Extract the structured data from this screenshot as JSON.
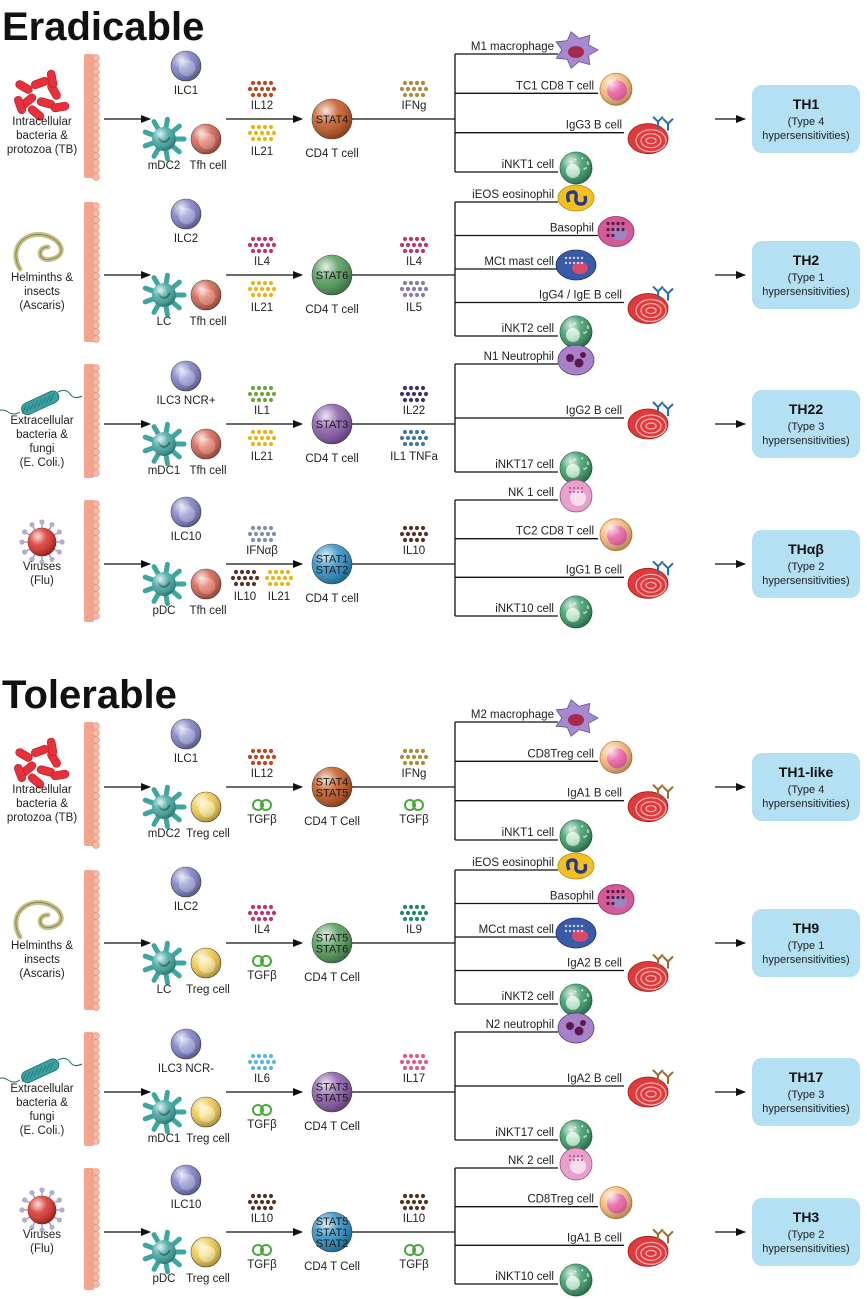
{
  "sections": [
    {
      "title": "Eradicable",
      "rows": [
        {
          "pathogen": [
            "Intracellular",
            "bacteria &",
            "protozoa (TB)"
          ],
          "pathogen_icon": "bacteria-cluster-icon",
          "top_cell": "ILC1",
          "dc_cell": "mDC2",
          "helper_cell": "Tfh cell",
          "helper_kind": "tfh",
          "cyto1": [
            "IL12"
          ],
          "cyto1_colors": [
            "#c0461c"
          ],
          "cyto2": [
            "IL21"
          ],
          "cyto2_colors": [
            "#e8b516"
          ],
          "cyto2_tgf": false,
          "stat_lines": [
            "STAT4"
          ],
          "stat_color": "#c2561e",
          "cd4_label": "CD4 T cell",
          "cyto3": [
            "IFNg"
          ],
          "cyto3_colors": [
            "#b08a3c"
          ],
          "cyto4": [],
          "cyto4_colors": [],
          "cyto4_tgf": false,
          "branches": [
            {
              "label": "M1 macrophage",
              "icon": "macrophage-icon"
            },
            {
              "label": "TC1 CD8 T cell",
              "icon": "t-cell-icon"
            },
            {
              "label": "IgG3 B cell",
              "icon": "b-cell-icon"
            },
            {
              "label": "iNKT1 cell",
              "icon": "nkt-cell-icon"
            }
          ],
          "th_title": "TH1",
          "th_sub": [
            "(Type 4",
            "hypersensitivities)"
          ]
        },
        {
          "pathogen": [
            "Helminths &",
            "insects",
            "(Ascaris)"
          ],
          "pathogen_icon": "worm-icon",
          "top_cell": "ILC2",
          "dc_cell": "LC",
          "helper_cell": "Tfh cell",
          "helper_kind": "tfh",
          "cyto1": [
            "IL4"
          ],
          "cyto1_colors": [
            "#c2336e"
          ],
          "cyto2": [
            "IL21"
          ],
          "cyto2_colors": [
            "#e8b516"
          ],
          "cyto2_tgf": false,
          "stat_lines": [
            "STAT6"
          ],
          "stat_color": "#4f9a58",
          "cd4_label": "CD4 T cell",
          "cyto3": [
            "IL4"
          ],
          "cyto3_colors": [
            "#c2336e"
          ],
          "cyto4": [
            "IL5"
          ],
          "cyto4_colors": [
            "#8a78b0"
          ],
          "cyto4_tgf": false,
          "branches": [
            {
              "label": "iEOS eosinophil",
              "icon": "eosinophil-icon"
            },
            {
              "label": "Basophil",
              "icon": "basophil-icon"
            },
            {
              "label": "MCt mast cell",
              "icon": "mast-cell-icon"
            },
            {
              "label": "IgG4 / IgE B cell",
              "icon": "b-cell-icon"
            },
            {
              "label": "iNKT2 cell",
              "icon": "nkt-cell-icon"
            }
          ],
          "th_title": "TH2",
          "th_sub": [
            "(Type 1",
            "hypersensitivities)"
          ]
        },
        {
          "pathogen": [
            "Extracellular",
            "bacteria &",
            "fungi",
            "(E. Coli.)"
          ],
          "pathogen_icon": "bacillus-icon",
          "top_cell": "ILC3 NCR+",
          "dc_cell": "mDC1",
          "helper_cell": "Tfh cell",
          "helper_kind": "tfh",
          "cyto1": [
            "IL1"
          ],
          "cyto1_colors": [
            "#6aa83a"
          ],
          "cyto2": [
            "IL21"
          ],
          "cyto2_colors": [
            "#e8b516"
          ],
          "cyto2_tgf": false,
          "stat_lines": [
            "STAT3"
          ],
          "stat_color": "#8a5aa8",
          "cd4_label": "CD4 T cell",
          "cyto3": [
            "IL22"
          ],
          "cyto3_colors": [
            "#3a3478"
          ],
          "cyto4": [
            "IL1 TNFa"
          ],
          "cyto4_colors": [
            "#3a7aa8"
          ],
          "cyto4_tgf": false,
          "branches": [
            {
              "label": "N1 Neutrophil",
              "icon": "neutrophil-icon"
            },
            {
              "label": "IgG2 B cell",
              "icon": "b-cell-icon"
            },
            {
              "label": "iNKT17 cell",
              "icon": "nkt-cell-icon"
            }
          ],
          "th_title": "TH22",
          "th_sub": [
            "(Type 3",
            "hypersensitivities)"
          ]
        },
        {
          "pathogen": [
            "Viruses",
            "(Flu)"
          ],
          "pathogen_icon": "virus-icon",
          "top_cell": "ILC10",
          "dc_cell": "pDC",
          "helper_cell": "Tfh cell",
          "helper_kind": "tfh",
          "cyto1": [
            "IFNαβ"
          ],
          "cyto1_colors": [
            "#7f8fb0"
          ],
          "cyto2": [
            "IL10",
            "IL21"
          ],
          "cyto2_colors": [
            "#5a3220",
            "#e8b516"
          ],
          "cyto2_tgf": false,
          "stat_lines": [
            "STAT1",
            "STAT2"
          ],
          "stat_color": "#2a8fc4",
          "cd4_label": "CD4 T cell",
          "cyto3": [
            "IL10"
          ],
          "cyto3_colors": [
            "#5a3220"
          ],
          "cyto4": [],
          "cyto4_colors": [],
          "cyto4_tgf": false,
          "branches": [
            {
              "label": "NK 1 cell",
              "icon": "nk-cell-icon"
            },
            {
              "label": "TC2 CD8 T cell",
              "icon": "t-cell-icon"
            },
            {
              "label": "IgG1 B cell",
              "icon": "b-cell-icon"
            },
            {
              "label": "iNKT10 cell",
              "icon": "nkt-cell-icon"
            }
          ],
          "th_title": "THαβ",
          "th_sub": [
            "(Type 2",
            "hypersensitivities)"
          ]
        }
      ]
    },
    {
      "title": "Tolerable",
      "rows": [
        {
          "pathogen": [
            "Intracellular",
            "bacteria &",
            "protozoa (TB)"
          ],
          "pathogen_icon": "bacteria-cluster-icon",
          "top_cell": "ILC1",
          "dc_cell": "mDC2",
          "helper_cell": "Treg cell",
          "helper_kind": "treg",
          "cyto1": [
            "IL12"
          ],
          "cyto1_colors": [
            "#c0461c"
          ],
          "cyto2": [
            "TGFβ"
          ],
          "cyto2_colors": [
            "#4aa83a"
          ],
          "cyto2_tgf": true,
          "stat_lines": [
            "STAT4",
            "STAT5"
          ],
          "stat_color": "#c2561e",
          "cd4_label": "CD4 T Cell",
          "cyto3": [
            "IFNg"
          ],
          "cyto3_colors": [
            "#b08a3c"
          ],
          "cyto4": [
            "TGFβ"
          ],
          "cyto4_colors": [
            "#4aa83a"
          ],
          "cyto4_tgf": true,
          "branches": [
            {
              "label": "M2 macrophage",
              "icon": "macrophage-icon"
            },
            {
              "label": "CD8Treg cell",
              "icon": "t-cell-icon"
            },
            {
              "label": "IgA1 B cell",
              "icon": "b-cell-icon"
            },
            {
              "label": "iNKT1 cell",
              "icon": "nkt-cell-icon"
            }
          ],
          "th_title": "TH1-like",
          "th_sub": [
            "(Type 4",
            "hypersensitivities)"
          ]
        },
        {
          "pathogen": [
            "Helminths &",
            "insects",
            "(Ascaris)"
          ],
          "pathogen_icon": "worm-icon",
          "top_cell": "ILC2",
          "dc_cell": "LC",
          "helper_cell": "Treg cell",
          "helper_kind": "treg",
          "cyto1": [
            "IL4"
          ],
          "cyto1_colors": [
            "#c2336e"
          ],
          "cyto2": [
            "TGFβ"
          ],
          "cyto2_colors": [
            "#4aa83a"
          ],
          "cyto2_tgf": true,
          "stat_lines": [
            "STAT5",
            "STAT6"
          ],
          "stat_color": "#4f9a58",
          "cd4_label": "CD4 T Cell",
          "cyto3": [
            "IL9"
          ],
          "cyto3_colors": [
            "#1d8a72"
          ],
          "cyto4": [],
          "cyto4_colors": [],
          "cyto4_tgf": false,
          "branches": [
            {
              "label": "iEOS eosinophil",
              "icon": "eosinophil-icon"
            },
            {
              "label": "Basophil",
              "icon": "basophil-icon"
            },
            {
              "label": "MCct mast cell",
              "icon": "mast-cell-icon"
            },
            {
              "label": "IgA2 B cell",
              "icon": "b-cell-icon"
            },
            {
              "label": "iNKT2 cell",
              "icon": "nkt-cell-icon"
            }
          ],
          "th_title": "TH9",
          "th_sub": [
            "(Type 1",
            "hypersensitivities)"
          ]
        },
        {
          "pathogen": [
            "Extracellular",
            "bacteria &",
            "fungi",
            "(E. Coli.)"
          ],
          "pathogen_icon": "bacillus-icon",
          "top_cell": "ILC3 NCR-",
          "dc_cell": "mDC1",
          "helper_cell": "Treg cell",
          "helper_kind": "treg",
          "cyto1": [
            "IL6"
          ],
          "cyto1_colors": [
            "#5ab8e0"
          ],
          "cyto2": [
            "TGFβ"
          ],
          "cyto2_colors": [
            "#4aa83a"
          ],
          "cyto2_tgf": true,
          "stat_lines": [
            "STAT3",
            "STAT5"
          ],
          "stat_color": "#8a5aa8",
          "cd4_label": "CD4 T Cell",
          "cyto3": [
            "IL17"
          ],
          "cyto3_colors": [
            "#e05a8a"
          ],
          "cyto4": [],
          "cyto4_colors": [],
          "cyto4_tgf": false,
          "branches": [
            {
              "label": "N2 neutrophil",
              "icon": "neutrophil-icon"
            },
            {
              "label": "IgA2 B cell",
              "icon": "b-cell-icon"
            },
            {
              "label": "iNKT17 cell",
              "icon": "nkt-cell-icon"
            }
          ],
          "th_title": "TH17",
          "th_sub": [
            "(Type 3",
            "hypersensitivities)"
          ]
        },
        {
          "pathogen": [
            "Viruses",
            "(Flu)"
          ],
          "pathogen_icon": "virus-icon",
          "top_cell": "ILC10",
          "dc_cell": "pDC",
          "helper_cell": "Treg cell",
          "helper_kind": "treg",
          "cyto1": [
            "IL10"
          ],
          "cyto1_colors": [
            "#5a3220"
          ],
          "cyto2": [
            "TGFβ"
          ],
          "cyto2_colors": [
            "#4aa83a"
          ],
          "cyto2_tgf": true,
          "stat_lines": [
            "STAT5",
            "STAT1",
            "STAT2"
          ],
          "stat_color": "#2a8fc4",
          "cd4_label": "CD4 T Cell",
          "cyto3": [
            "IL10"
          ],
          "cyto3_colors": [
            "#5a3220"
          ],
          "cyto4": [
            "TGFβ"
          ],
          "cyto4_colors": [
            "#4aa83a"
          ],
          "cyto4_tgf": true,
          "branches": [
            {
              "label": "NK 2 cell",
              "icon": "nk-cell-icon"
            },
            {
              "label": "CD8Treg cell",
              "icon": "t-cell-icon"
            },
            {
              "label": "IgA1 B cell",
              "icon": "b-cell-icon"
            },
            {
              "label": "iNKT10 cell",
              "icon": "nkt-cell-icon"
            }
          ],
          "th_title": "TH3",
          "th_sub": [
            "(Type 2",
            "hypersensitivities)"
          ]
        }
      ]
    }
  ],
  "colors": {
    "th_box": "#b4e0f4",
    "membrane": "#f2a48c",
    "ilc": "#7c7ec4",
    "dc": "#3ea6a0",
    "tfh": "#d2604e",
    "treg": "#f0c848",
    "nkt": "#3a9a6a",
    "b_cell": "#d84a4a",
    "antibody_igg": "#2a6cb0",
    "antibody_iga": "#a06a2a"
  }
}
